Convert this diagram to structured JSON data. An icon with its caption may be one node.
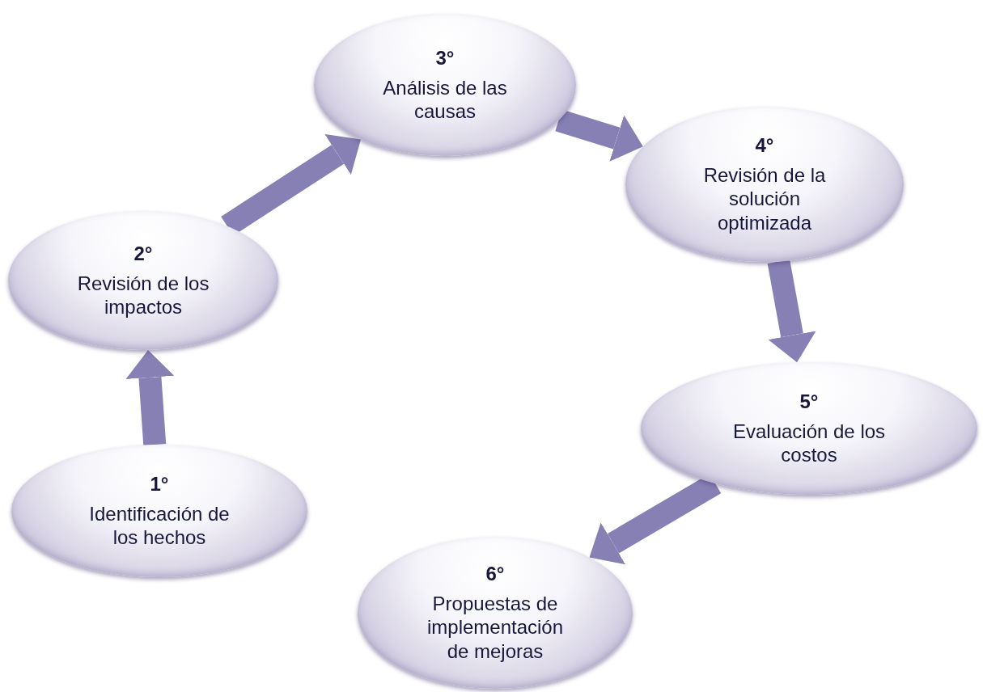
{
  "diagram": {
    "nodes": [
      {
        "text": [
          "1°",
          "Identificación de los hechos"
        ]
      },
      {
        "text": [
          "2°",
          "Revisión de los impactos"
        ]
      },
      {
        "text": [
          "3°",
          "Análisis de las causas"
        ]
      },
      {
        "text": [
          "4°",
          "Revisión de la solución optimizada"
        ]
      },
      {
        "text": [
          "5°",
          "Evaluación de los costos"
        ]
      },
      {
        "text": [
          "6°",
          "Propuestas de implementación de mejoras"
        ]
      }
    ],
    "edges": [
      {
        "from": 0,
        "to": 1,
        "arrow": "to"
      },
      {
        "from": 1,
        "to": 2,
        "arrow": "to"
      },
      {
        "from": 2,
        "to": 3,
        "arrow": "to"
      },
      {
        "from": 3,
        "to": 4,
        "arrow": "to"
      },
      {
        "from": 4,
        "to": 5,
        "arrow": "to"
      }
    ]
  }
}
